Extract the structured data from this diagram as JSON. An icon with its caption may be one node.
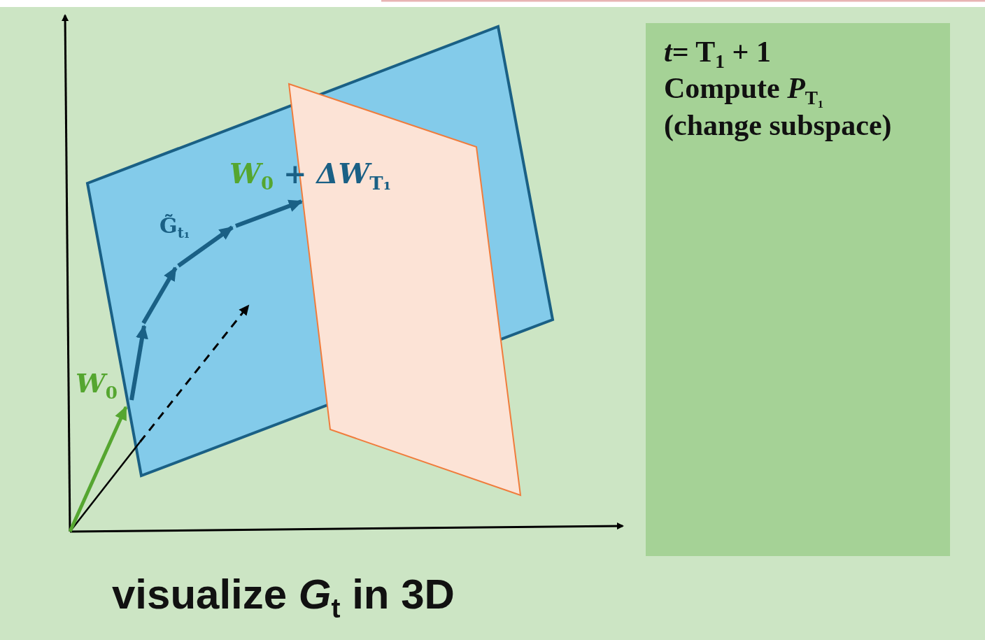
{
  "diagram": {
    "caption": "visualize *G*$_{t}$ in 3D",
    "nodes": [
      {
        "text": [
          "*t*= T$_{1}$ + 1",
          "Compute *P*$_{T₁}$",
          "(change subspace)"
        ]
      }
    ],
    "labels": [
      "*W*$_{0}$ + *ΔW*$_{T₁}$",
      "G̃$_{t₁}$",
      "*W*$_{0}$"
    ]
  }
}
